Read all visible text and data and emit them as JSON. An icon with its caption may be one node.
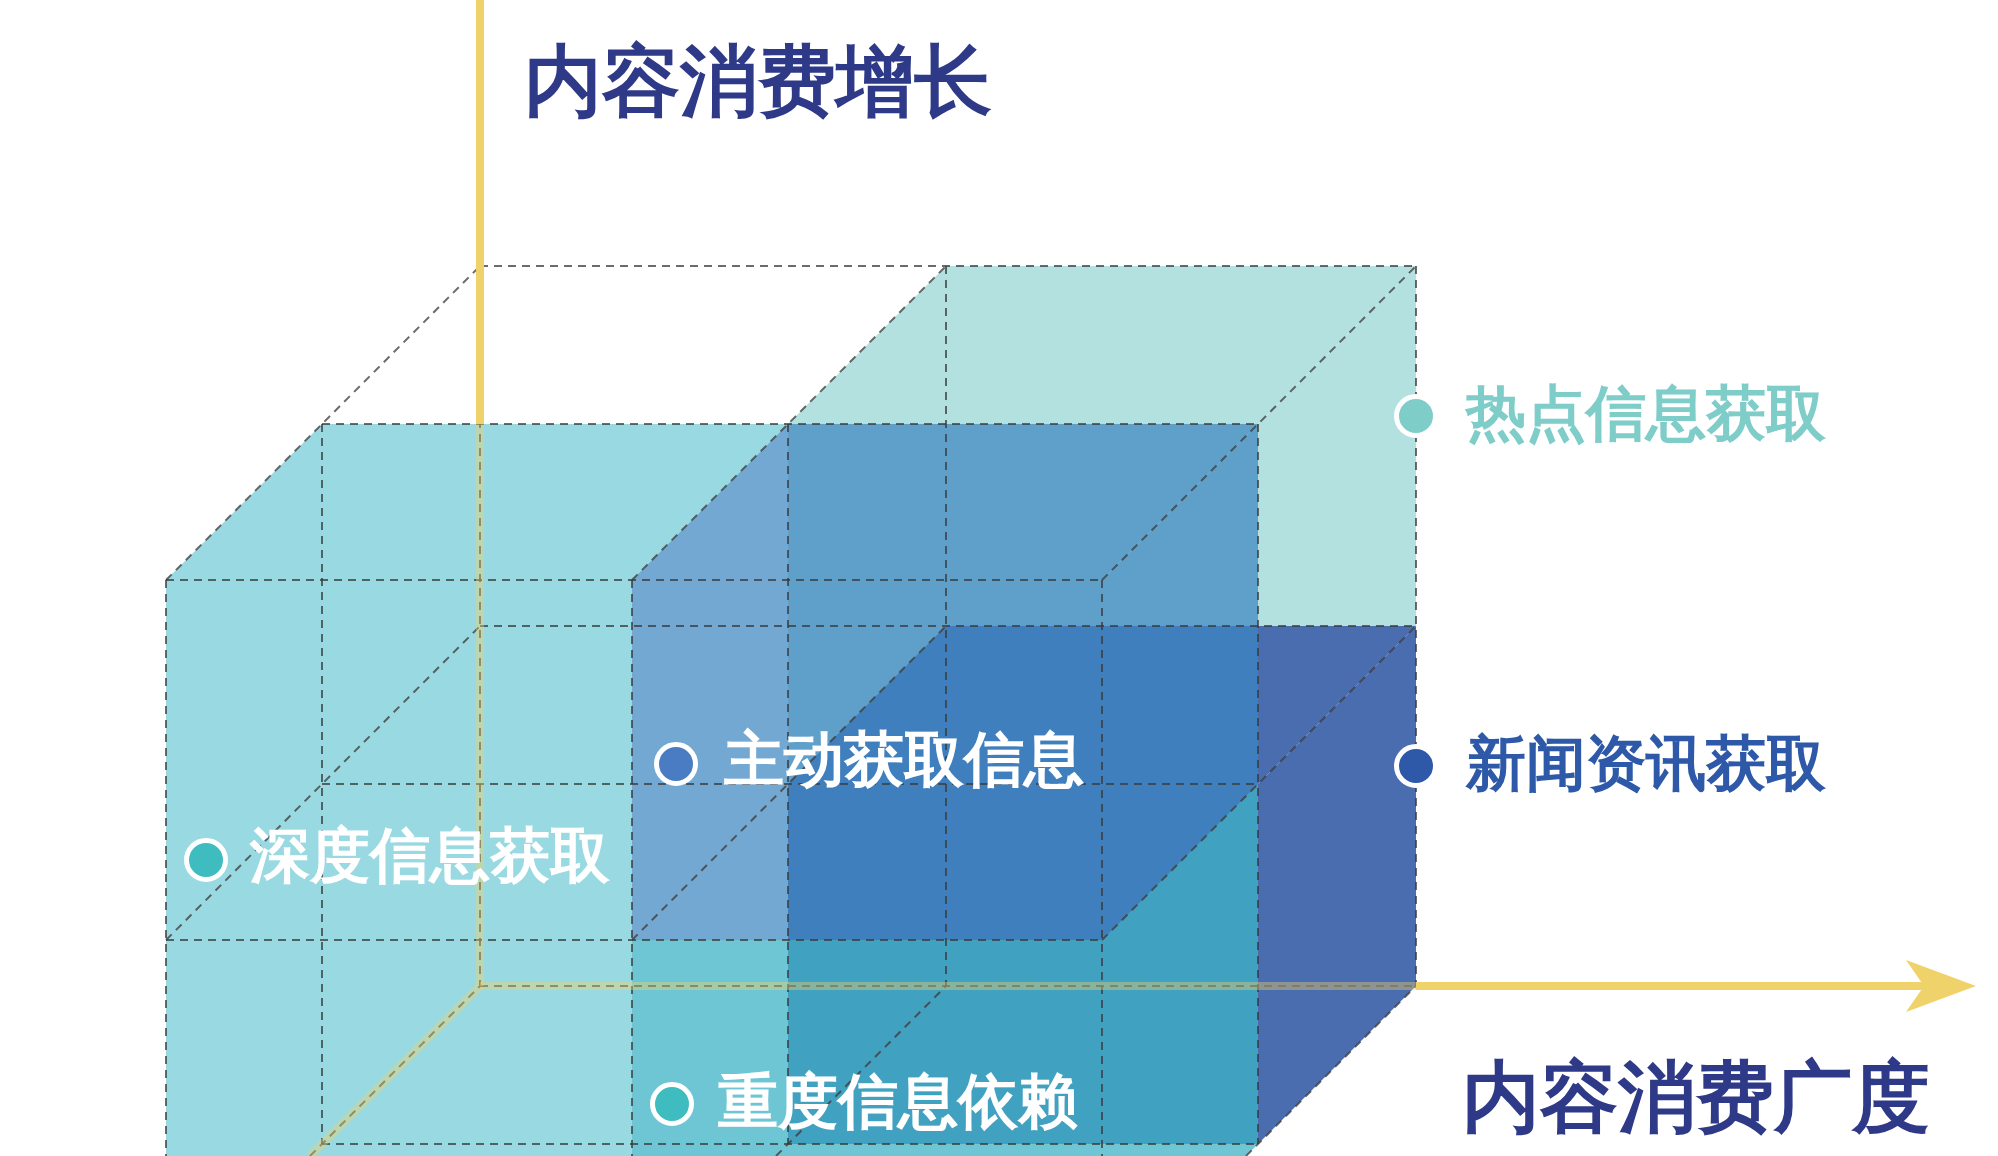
{
  "diagram": {
    "labels": [
      "内容消费增长",
      "内容消费广度"
    ],
    "legend": [
      {
        "text": "热点信息获取",
        "color": "#7fcdc9"
      },
      {
        "text": "主动获取信息",
        "color": "#4a7cc4"
      },
      {
        "text": "新闻资讯获取",
        "color": "#2d59a8"
      },
      {
        "text": "深度信息获取",
        "color": "#3fbcc0"
      },
      {
        "text": "重度信息依赖",
        "color": "#3fbcc0"
      }
    ]
  }
}
